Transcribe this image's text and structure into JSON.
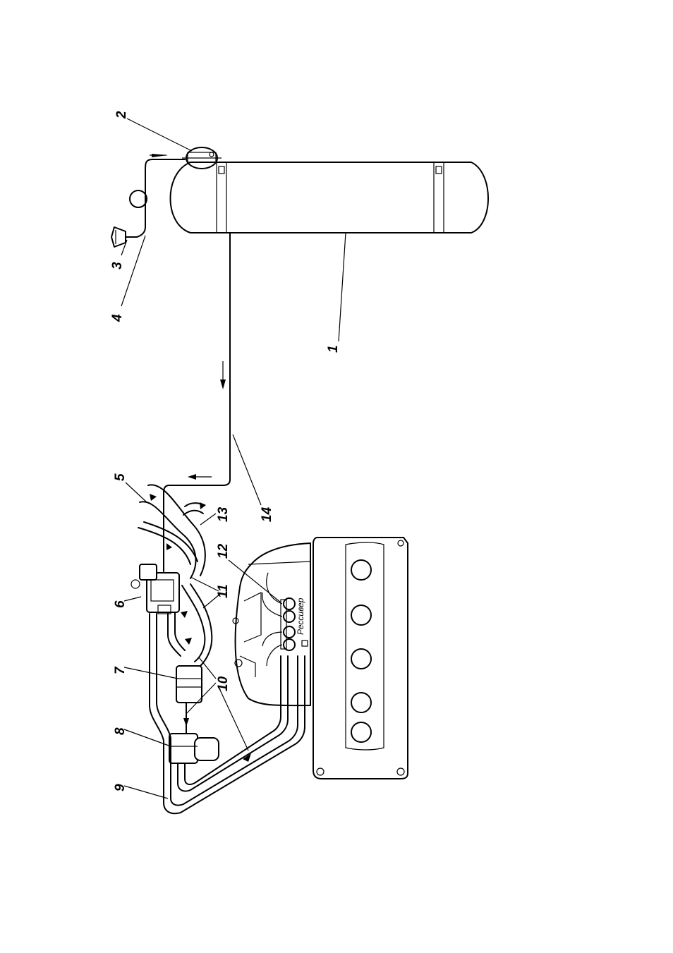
{
  "labels": {
    "n1": "1",
    "n2": "2",
    "n3": "3",
    "n4": "4",
    "n5": "5",
    "n6": "6",
    "n7": "7",
    "n8": "8",
    "n9": "9",
    "n10": "10",
    "n11": "11",
    "n12": "12",
    "n13": "13",
    "n14": "14"
  },
  "receiver_text": "Рессивер"
}
